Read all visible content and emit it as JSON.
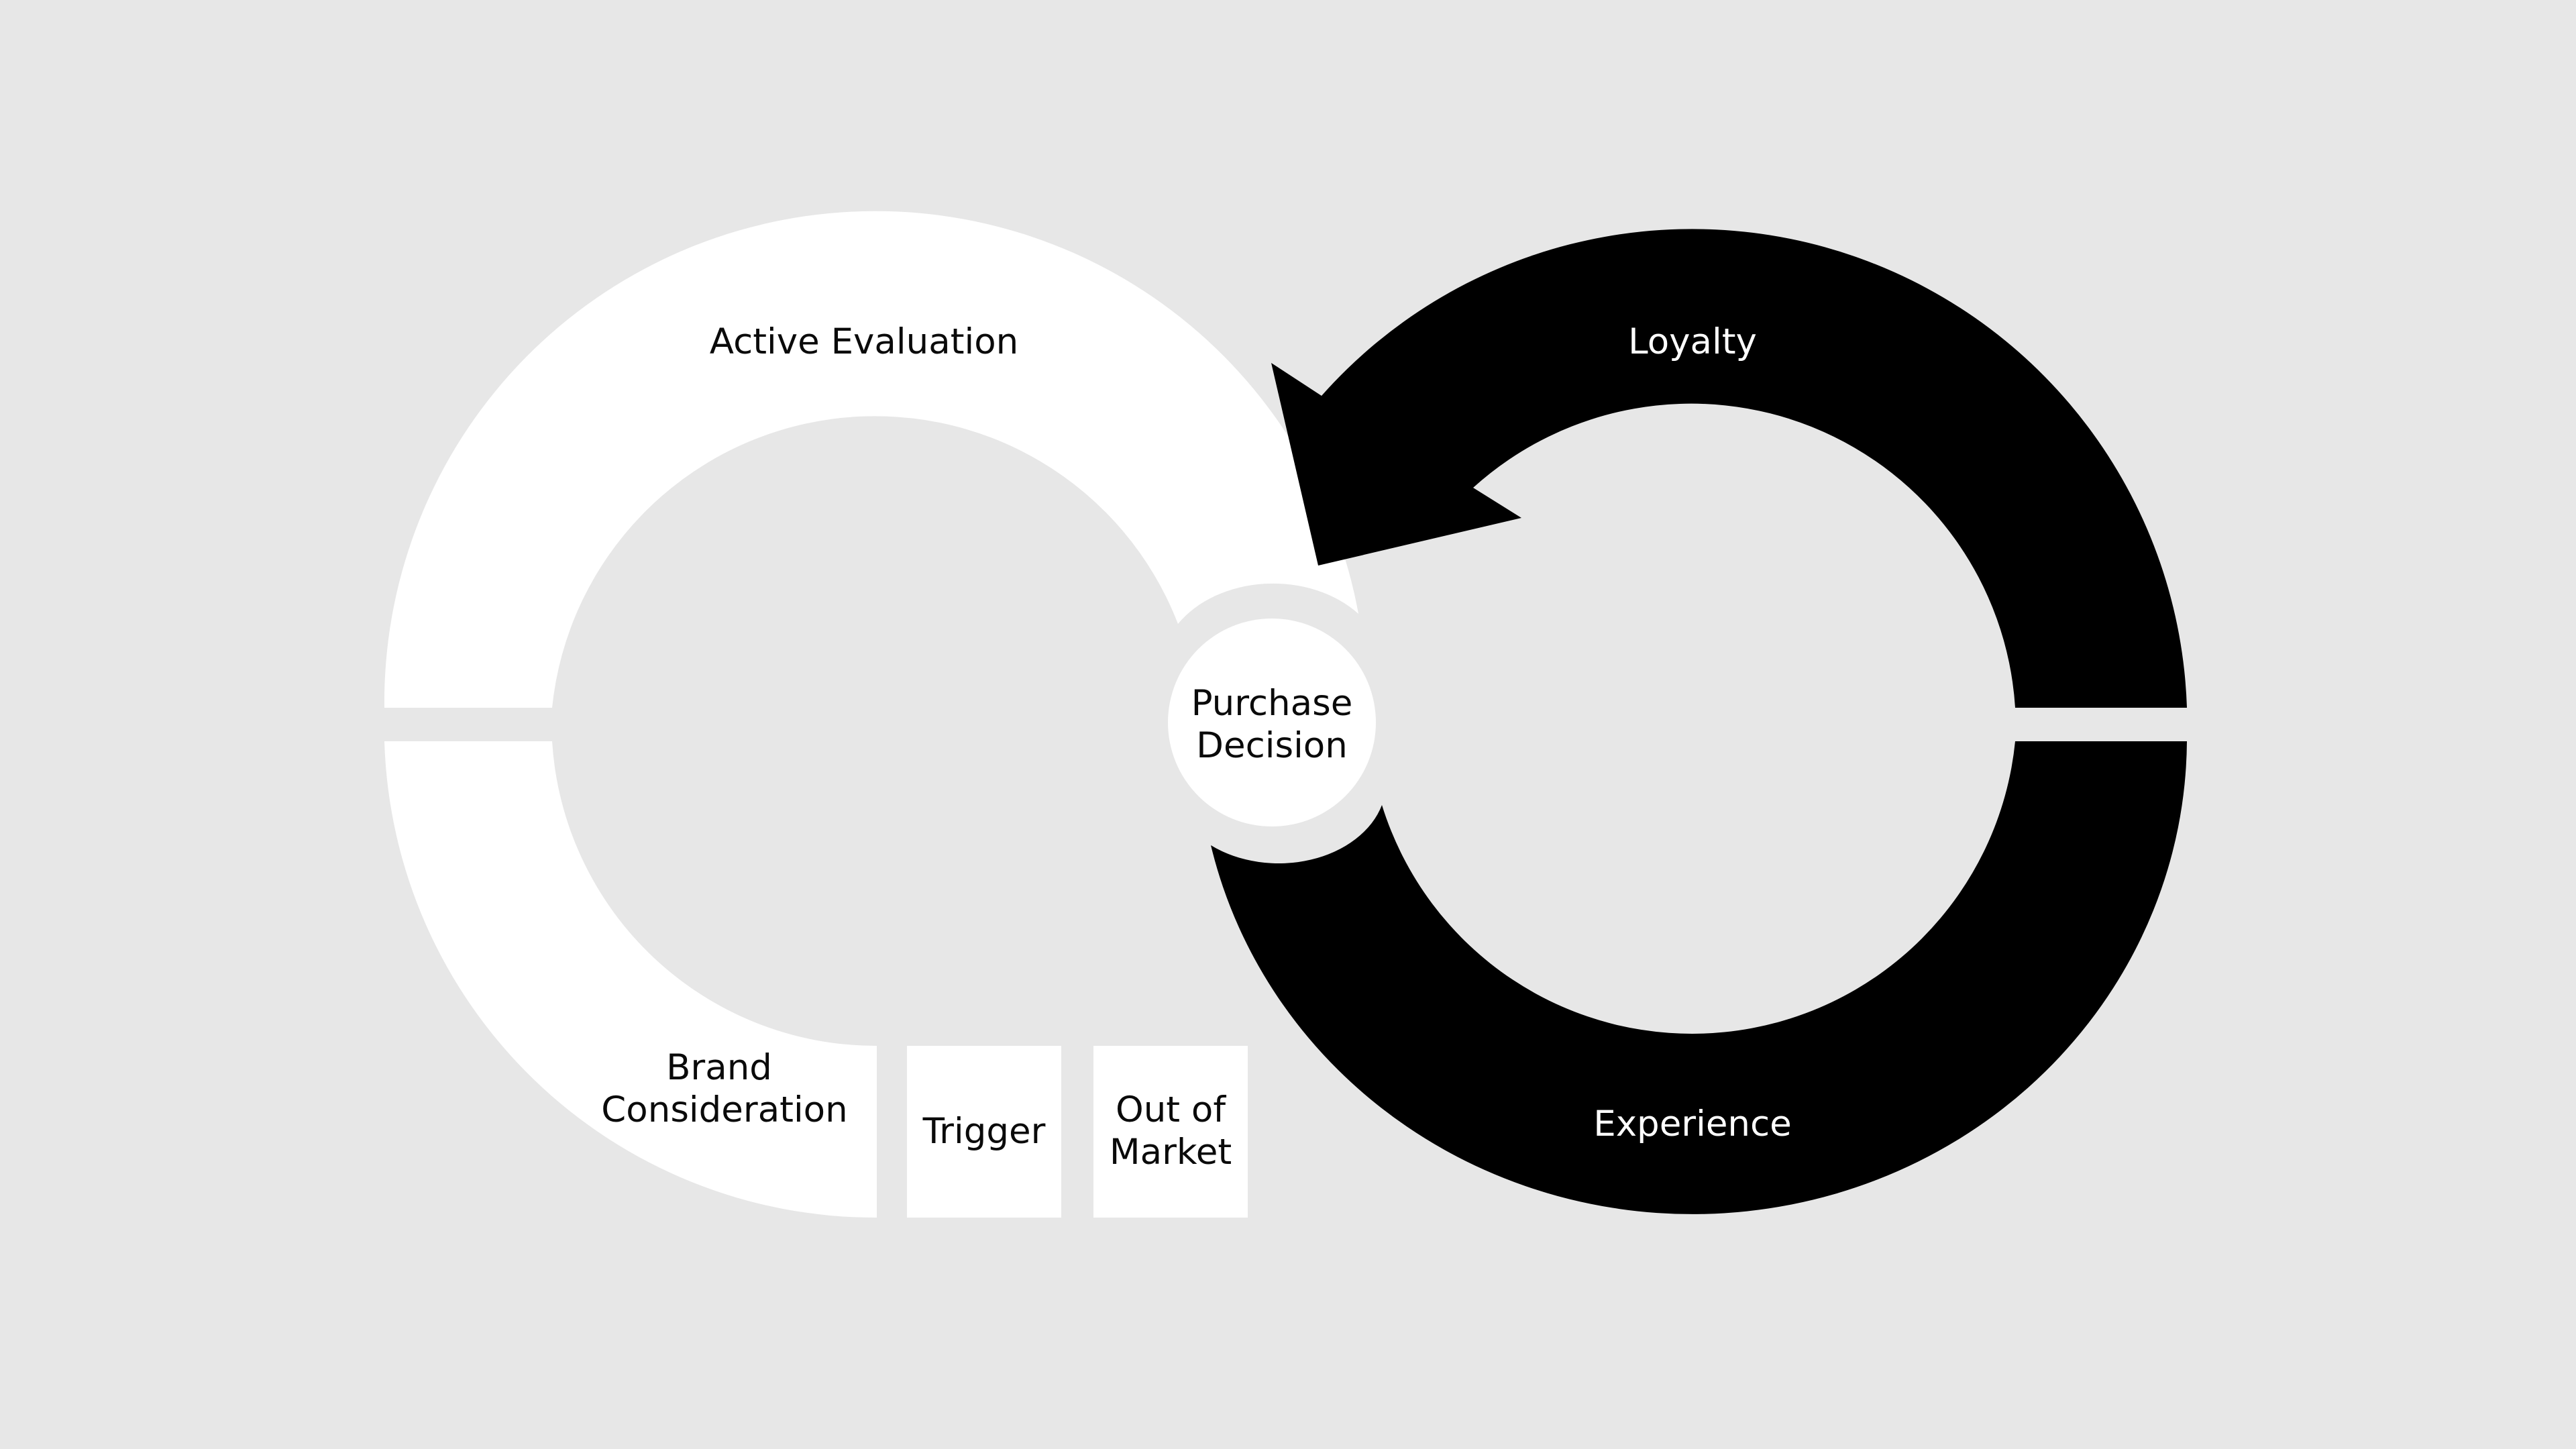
{
  "diagram": {
    "colors": {
      "background": "#e7e7e7",
      "light_segment": "#ffffff",
      "dark_segment": "#000000"
    },
    "stages": {
      "active_evaluation": "Active Evaluation",
      "loyalty": "Loyalty",
      "purchase_decision_line1": "Purchase",
      "purchase_decision_line2": "Decision",
      "brand_consideration_line1": "Brand",
      "brand_consideration_line2": "Consideration",
      "trigger": "Trigger",
      "out_of_market_line1": "Out of",
      "out_of_market_line2": "Market",
      "experience": "Experience"
    }
  }
}
